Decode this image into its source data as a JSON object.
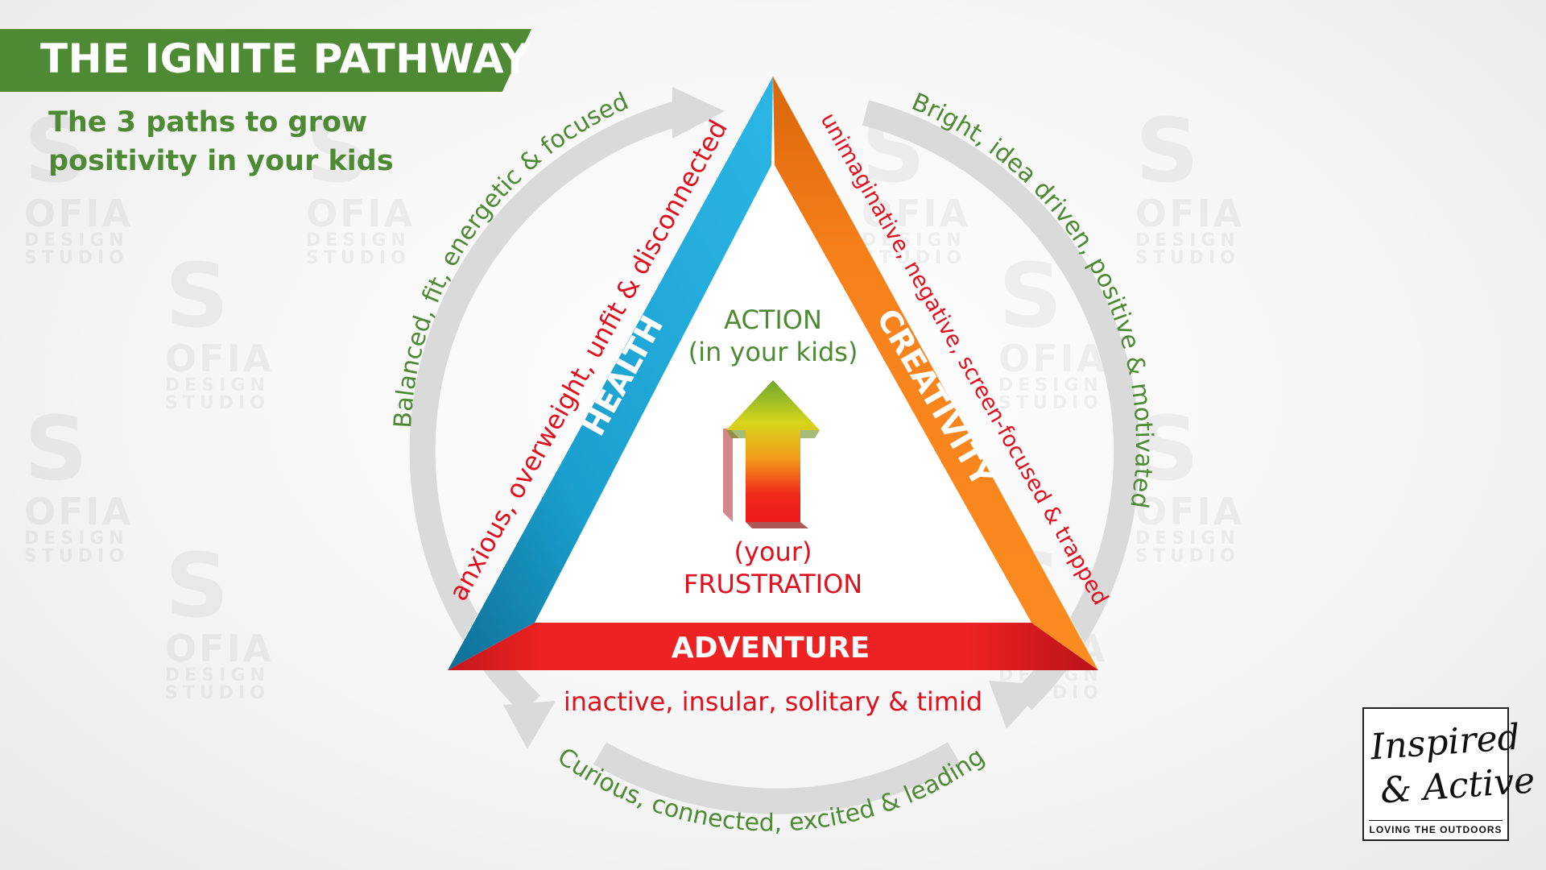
{
  "header": {
    "title": "THE IGNITE PATHWAY",
    "subtitle_line1": "The 3 paths to grow",
    "subtitle_line2": "positivity in your kids"
  },
  "center": {
    "top_line1": "ACTION",
    "top_line2": "(in your kids)",
    "bottom_line1": "(your)",
    "bottom_line2": "FRUSTRATION"
  },
  "paths": {
    "health": {
      "label": "HEALTH",
      "negative": "anxious, overweight, unfit & disconnected",
      "positive": "Balanced, fit, energetic & focused",
      "color": "#1aa0cf"
    },
    "creativity": {
      "label": "CREATIVITY",
      "negative": "unimaginative, negative, screen-focused & trapped",
      "positive": "Bright, idea driven, positive & motivated",
      "color": "#f7801a"
    },
    "adventure": {
      "label": "ADVENTURE",
      "negative": "inactive, insular, solitary & timid",
      "positive": "Curious, connected, excited & leading",
      "color": "#ee2222"
    }
  },
  "colors": {
    "green": "#4e8a34",
    "red_text": "#e0101e",
    "ring": "#d9d9d9"
  },
  "watermark": {
    "line1": "OFIA",
    "line2": "DESIGN",
    "line3": "STUDIO",
    "letter": "S"
  },
  "logo": {
    "line1": "Inspired",
    "line2": "& Active",
    "tagline": "LOVING THE OUTDOORS"
  }
}
